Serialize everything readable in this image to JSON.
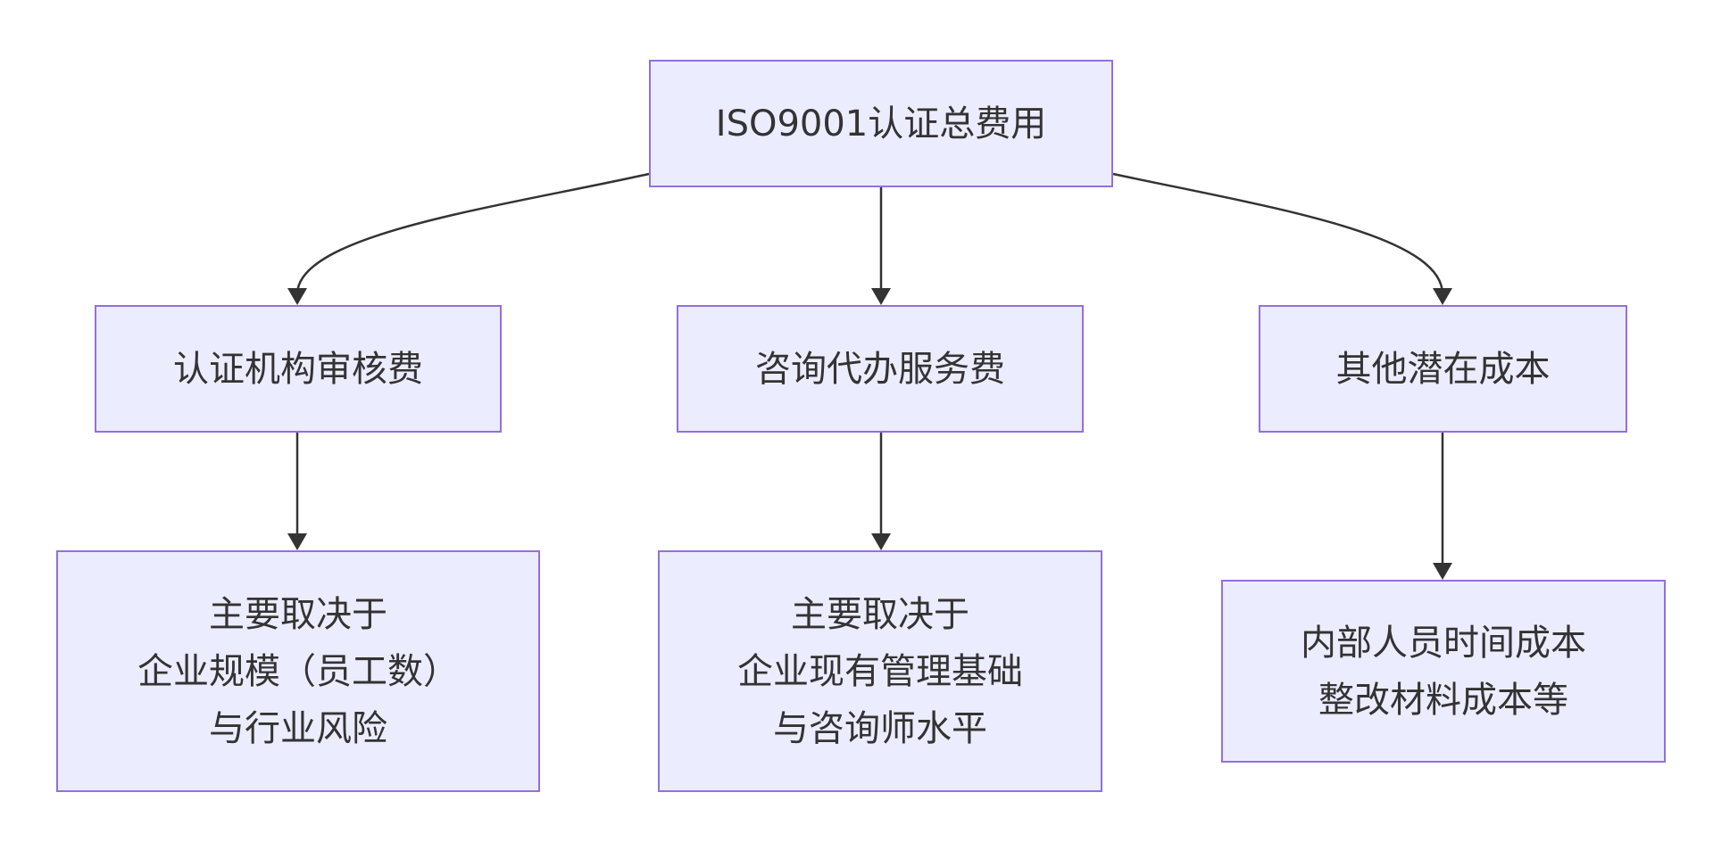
{
  "diagram": {
    "root": {
      "label": "ISO9001认证总费用"
    },
    "audit": {
      "label": "认证机构审核费",
      "detail": [
        "主要取决于",
        "企业规模（员工数）",
        "与行业风险"
      ]
    },
    "consult": {
      "label": "咨询代办服务费",
      "detail": [
        "主要取决于",
        "企业现有管理基础",
        "与咨询师水平"
      ]
    },
    "other": {
      "label": "其他潜在成本",
      "detail": [
        "内部人员时间成本",
        "整改材料成本等"
      ]
    },
    "colors": {
      "node_fill": "#ececff",
      "node_border": "#9370db",
      "edge": "#333333",
      "text": "#333333"
    }
  }
}
